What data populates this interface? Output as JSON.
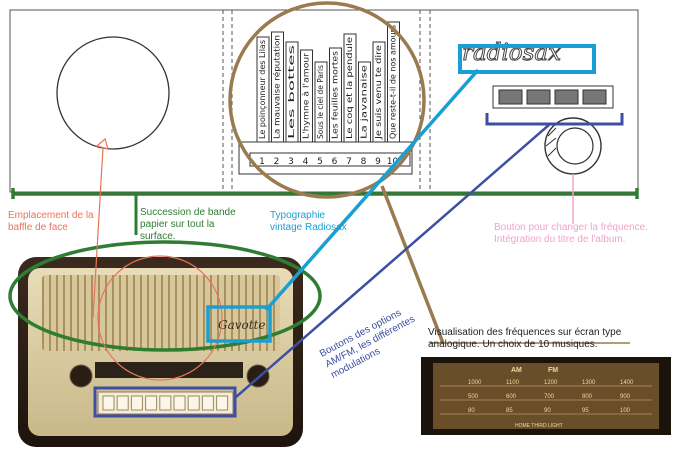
{
  "sketch": {
    "brand_text": "radiosax",
    "song_titles": [
      "Le poinçonneur des Lilas",
      "La mauvaise réputation",
      "Les bottes",
      "L'hymne à l'amour",
      "Sous le ciel de Paris",
      "Les feuilles mortes",
      "Le coq et la pendule",
      "La javanaise",
      "Je suis venu te dire",
      "Que reste-t-il de nos amours"
    ],
    "dial_numbers": [
      "1",
      "2",
      "3",
      "4",
      "5",
      "6",
      "7",
      "8",
      "9",
      "10"
    ]
  },
  "annotations": {
    "baffle": "Emplacement de la baffle de face",
    "paper": "Succession de bande papier sur tout la surface.",
    "typography": "Typographie vintage Radiosax",
    "knob": "Bouton pour changer la fréquence. Intégration du titre de l'album.",
    "frequency": "Visualisation des fréquences sur écran type analogique. Un choix de 10 musiques.",
    "buttons": "Boutons des options AM/FM, les différentes modulations"
  },
  "photo_radio": {
    "brand_script": "Gavotte"
  },
  "photo_dial": {
    "labels": [
      "AM",
      "FM"
    ],
    "footer": "HOME THIRD LIGHT",
    "row_numbers": [
      [
        "1000",
        "1100",
        "1200",
        "1300",
        "1400"
      ],
      [
        "500",
        "600",
        "700",
        "800",
        "900"
      ],
      [
        "80",
        "85",
        "90",
        "95",
        "100"
      ]
    ]
  },
  "colors": {
    "annotation_baffle": "#e8735a",
    "annotation_paper": "#2e7d32",
    "annotation_typography": "#1a9fd4",
    "annotation_knob": "#f0a3c8",
    "annotation_frequency": "#9a7b4f",
    "annotation_buttons": "#3d4ea3"
  }
}
